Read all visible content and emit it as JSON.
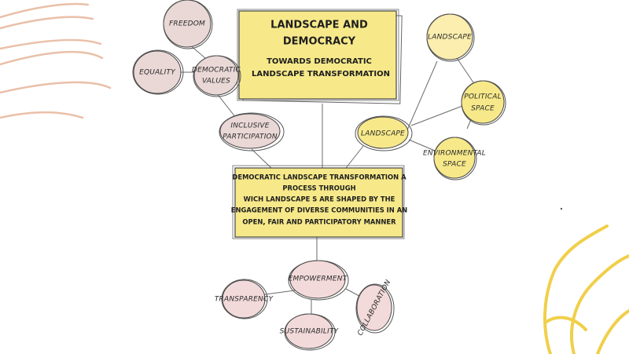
{
  "title_box": {
    "title_line1": "LANDSCAPE AND",
    "title_line2": "DEMOCRACY",
    "subtitle_line1": "TOWARDS DEMOCRATIC",
    "subtitle_line2": "LANDSCAPE TRANSFORMATION"
  },
  "definition_box": {
    "line1": "DEMOCRATIC LANDSCAPE TRANSFORMATION A",
    "line2": "PROCESS THROUGH",
    "line3": "WICH LANDSCAPE S ARE SHAPED BY THE",
    "line4": "ENGAGEMENT OF DIVERSE COMMUNITIES IN AN",
    "line5": "OPEN, FAIR AND PARTICIPATORY MANNER"
  },
  "nodes": {
    "freedom": "FREEDOM",
    "equality": "EQUALITY",
    "democratic_values_1": "DEMOCRATIC",
    "democratic_values_2": "VALUES",
    "inclusive_1": "INCLUSIVE",
    "inclusive_2": "PARTICIPATION",
    "landscape_top": "LANDSCAPE",
    "political_1": "POLITICAL",
    "political_2": "SPACE",
    "environmental_1": "ENVIRONMENTAL",
    "environmental_2": "SPACE",
    "landscape_mid": "LANDSCAPE",
    "empowerment": "EMPOWERMENT",
    "transparency": "TRANSPARENCY",
    "sustainability": "SUSTAINABILITY",
    "collaboration": "COLLABORATION"
  },
  "colors": {
    "yellow": "#f7e98a",
    "pale_yellow": "#fbeeae",
    "pink": "#f3dada",
    "mauve": "#e9d8d6",
    "peach_stroke": "#e9c0a8",
    "gold_stroke": "#f0cf4a"
  }
}
